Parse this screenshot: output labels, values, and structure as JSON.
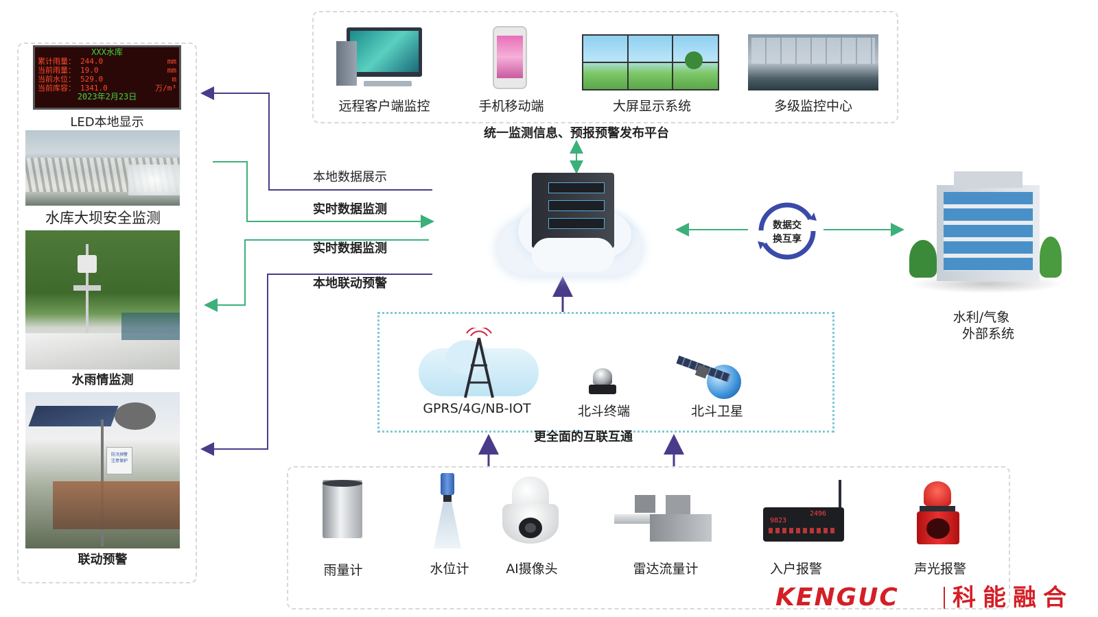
{
  "left_panel": {
    "led_screen": {
      "title": "XXX水库",
      "rows": [
        {
          "label": "累计雨量：",
          "value": "244.0",
          "unit": "mm"
        },
        {
          "label": "当前雨量：",
          "value": "19.0",
          "unit": "mm"
        },
        {
          "label": "当前水位：",
          "value": "529.0",
          "unit": "m"
        },
        {
          "label": "当前库容：",
          "value": "1341.0",
          "unit": "万/m³"
        }
      ],
      "date": "2023年2月23日"
    },
    "items": [
      {
        "label": "LED本地显示"
      },
      {
        "label": "水库大坝安全监测"
      },
      {
        "label": "水雨情监测"
      },
      {
        "label": "联动预警"
      }
    ],
    "warning_sign_lines": [
      "防汛预警",
      "注意保护"
    ]
  },
  "flow_labels": [
    "本地数据展示",
    "实时数据监测",
    "实时数据监测",
    "本地联动预警"
  ],
  "top_panel": {
    "items": [
      {
        "label": "远程客户端监控"
      },
      {
        "label": "手机移动端"
      },
      {
        "label": "大屏显示系统"
      },
      {
        "label": "多级监控中心"
      }
    ],
    "caption": "统一监测信息、预报预警发布平台"
  },
  "exchange": {
    "line1": "数据交",
    "line2": "换互享"
  },
  "external": {
    "line1": "水利/气象",
    "line2": "外部系统"
  },
  "network": {
    "items": [
      {
        "label": "GPRS/4G/NB-IOT"
      },
      {
        "label": "北斗终端"
      },
      {
        "label": "北斗卫星"
      }
    ],
    "caption": "更全面的互联互通"
  },
  "devices": {
    "items": [
      {
        "label": "雨量计"
      },
      {
        "label": "水位计"
      },
      {
        "label": "AI摄像头"
      },
      {
        "label": "雷达流量计"
      },
      {
        "label": "入户报警"
      },
      {
        "label": "声光报警"
      }
    ],
    "alarm_display": {
      "left_value": "9823",
      "right_value": "2496"
    }
  },
  "brand": {
    "latin": "KENGUC",
    "chinese": "科能融合",
    "color": "#d41f26"
  },
  "colors": {
    "arrow": "#4a3a8a",
    "green_arrow": "#3cb07a",
    "dash": "#d8d8d8",
    "dot": "#7fc8d8"
  }
}
